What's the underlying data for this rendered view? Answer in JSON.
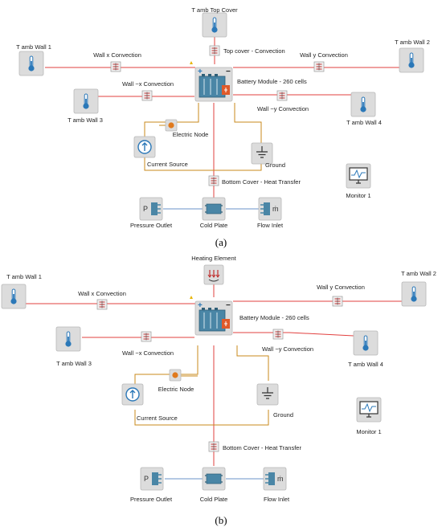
{
  "panels": [
    {
      "id": "a",
      "caption": "(a)",
      "top_block_label": "T amb Top Cover",
      "top_link_label": "Top cover - Convection",
      "battery_label": "Battery Module - 260 cells",
      "wall1_label": "T amb Wall 1",
      "wall2_label": "T amb Wall 2",
      "wall3_label": "T amb Wall 3",
      "wall4_label": "T amb Wall 4",
      "conv_x_label": "Wall x Convection",
      "conv_mx_label": "Wall −x Convection",
      "conv_y_label": "Wall y Convection",
      "conv_my_label": "Wall −y Convection",
      "electric_node_label": "Electric Node",
      "current_source_label": "Current Source",
      "ground_label": "Ground",
      "bottom_link_label": "Bottom Cover - Heat Transfer",
      "pressure_outlet_label": "Pressure Outlet",
      "cold_plate_label": "Cold Plate",
      "flow_inlet_label": "Flow Inlet",
      "monitor_label": "Monitor 1"
    },
    {
      "id": "b",
      "caption": "(b)",
      "top_block_label": "Heating Element",
      "battery_label": "Battery Module - 260 cells",
      "wall1_label": "T amb Wall 1",
      "wall2_label": "T amb Wall 2",
      "wall3_label": "T amb Wall 3",
      "wall4_label": "T amb Wall 4",
      "conv_x_label": "Wall x Convection",
      "conv_mx_label": "Wall −x Convection",
      "conv_y_label": "Wall y Convection",
      "conv_my_label": "Wall −y Convection",
      "electric_node_label": "Electric Node",
      "current_source_label": "Current Source",
      "ground_label": "Ground",
      "bottom_link_label": "Bottom Cover - Heat Transfer",
      "pressure_outlet_label": "Pressure Outlet",
      "cold_plate_label": "Cold Plate",
      "flow_inlet_label": "Flow Inlet",
      "monitor_label": "Monitor 1"
    }
  ],
  "colors": {
    "thermal_line": "#e2403f",
    "electric_line": "#c98a1b",
    "fluid_line": "#6a93c8",
    "block_fill": "#dcdcdc",
    "block_stroke": "#b8b8b8",
    "thermometer_blue": "#2b78b8",
    "battery_fill": "#4a86a6"
  },
  "icons": {
    "thermometer": "thermometer-icon",
    "convection": "convection-icon",
    "battery": "battery-icon",
    "current_source": "current-source-icon",
    "electric_node": "electric-node-icon",
    "ground": "ground-icon",
    "pressure_outlet": "pressure-outlet-icon",
    "cold_plate": "cold-plate-icon",
    "flow_inlet": "flow-inlet-icon",
    "monitor": "monitor-icon",
    "heating_element": "heating-element-icon"
  }
}
